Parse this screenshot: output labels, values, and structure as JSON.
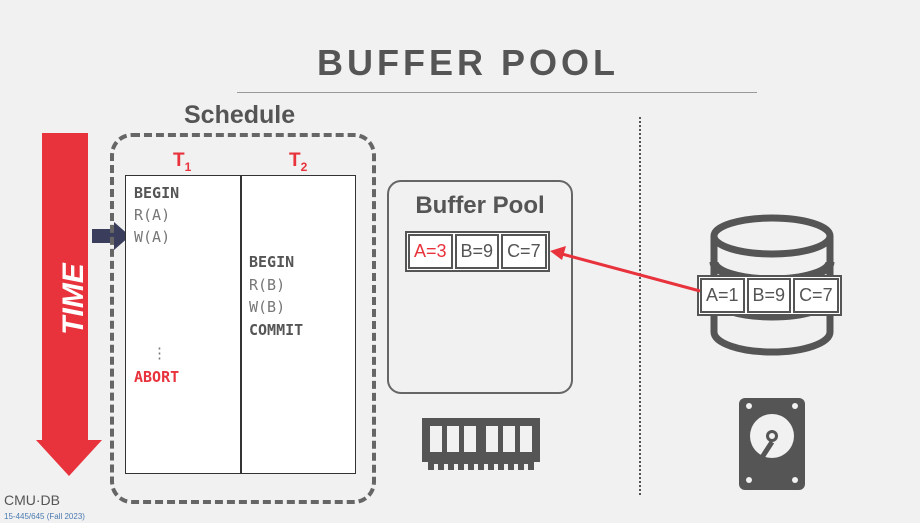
{
  "title": "BUFFER POOL",
  "schedule": {
    "label": "Schedule",
    "t1": {
      "name": "T",
      "sub": "1",
      "ops": [
        "BEGIN",
        "R(A)",
        "W(A)",
        "⋮",
        "ABORT"
      ]
    },
    "t2": {
      "name": "T",
      "sub": "2",
      "ops": [
        "BEGIN",
        "R(B)",
        "W(B)",
        "COMMIT"
      ]
    }
  },
  "time_label": "TIME",
  "buffer_pool": {
    "label": "Buffer Pool",
    "cells": [
      "A=3",
      "B=9",
      "C=7"
    ]
  },
  "disk": {
    "cells": [
      "A=1",
      "B=9",
      "C=7"
    ]
  },
  "footer": {
    "logo": "CMU·DB",
    "course": "15-445/645 (Fall 2023)"
  },
  "colors": {
    "accent": "#e8323c",
    "text": "#555555",
    "pointer": "#3b3d5c"
  }
}
